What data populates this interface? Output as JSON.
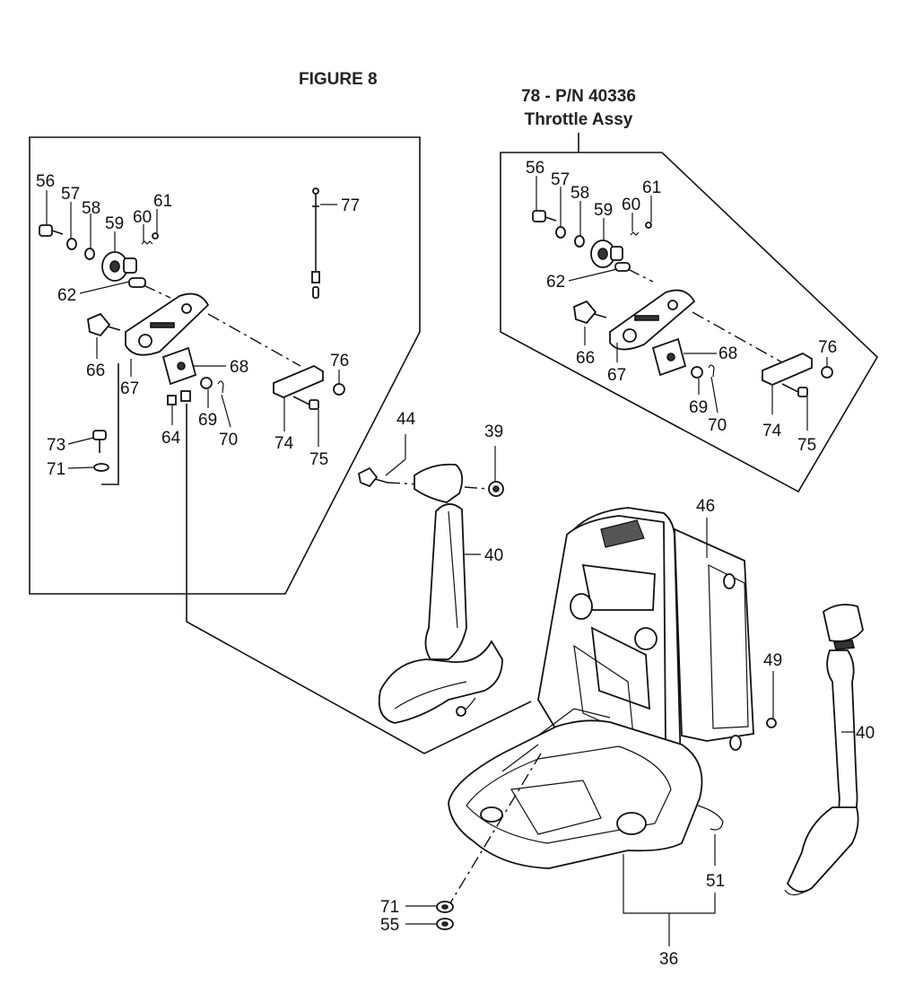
{
  "figure_title": "FIGURE 8",
  "assembly": {
    "line1": "78 - P/N 40336",
    "line2": "Throttle Assy"
  },
  "callouts": {
    "left": [
      "56",
      "57",
      "58",
      "59",
      "60",
      "61",
      "62",
      "66",
      "67",
      "68",
      "69",
      "70",
      "64",
      "73",
      "71",
      "74",
      "75",
      "76",
      "77"
    ],
    "right": [
      "56",
      "57",
      "58",
      "59",
      "60",
      "61",
      "62",
      "66",
      "67",
      "68",
      "69",
      "70",
      "74",
      "75",
      "76"
    ],
    "main": [
      "44",
      "39",
      "40",
      "46",
      "49",
      "40",
      "51",
      "36",
      "71",
      "55"
    ]
  }
}
